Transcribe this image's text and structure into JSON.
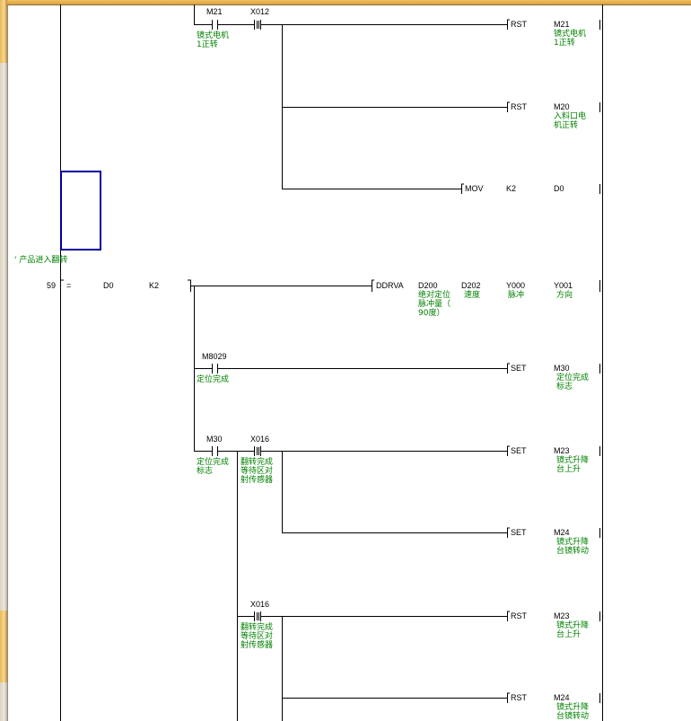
{
  "colors": {
    "wire": "#000000",
    "comment": "#008000",
    "cursor": "#0000a0",
    "background": "#ffffff"
  },
  "statement": "' 产品进入翻转",
  "step_number": "59",
  "compare": {
    "op": "=",
    "arg1": "D0",
    "arg2": "K2"
  },
  "contacts": [
    {
      "device": "M21",
      "comment": "镜式电机\n1正转"
    },
    {
      "device": "X012",
      "comment": ""
    },
    {
      "device": "M8029",
      "comment": "定位完成"
    },
    {
      "device": "M30",
      "comment": "定位完成\n标志"
    },
    {
      "device": "X016",
      "comment": "翻转完成\n等待区对\n射传感器"
    },
    {
      "device": "X016",
      "comment": "翻转完成\n等待区对\n射传感器"
    }
  ],
  "coils": [
    {
      "instruction": "RST",
      "device": "M21",
      "comment": "镜式电机\n1正转"
    },
    {
      "instruction": "RST",
      "device": "M20",
      "comment": "入料口电\n机正转"
    },
    {
      "instruction": "MOV",
      "src": "K2",
      "dst": "D0"
    },
    {
      "instruction": "DDRVA",
      "operands": [
        "D200",
        "D202",
        "Y000",
        "Y001"
      ],
      "comments": [
        "绝对定位\n脉冲量（\n90度）",
        "速度",
        "脉冲",
        "方向"
      ]
    },
    {
      "instruction": "SET",
      "device": "M30",
      "comment": "定位完成\n标志"
    },
    {
      "instruction": "SET",
      "device": "M23",
      "comment": "镜式升降\n台上升"
    },
    {
      "instruction": "SET",
      "device": "M24",
      "comment": "镜式升降\n台镜转动"
    },
    {
      "instruction": "RST",
      "device": "M23",
      "comment": "镜式升降\n台上升"
    },
    {
      "instruction": "RST",
      "device": "M24",
      "comment": "镜式升降\n台镜转动"
    }
  ]
}
